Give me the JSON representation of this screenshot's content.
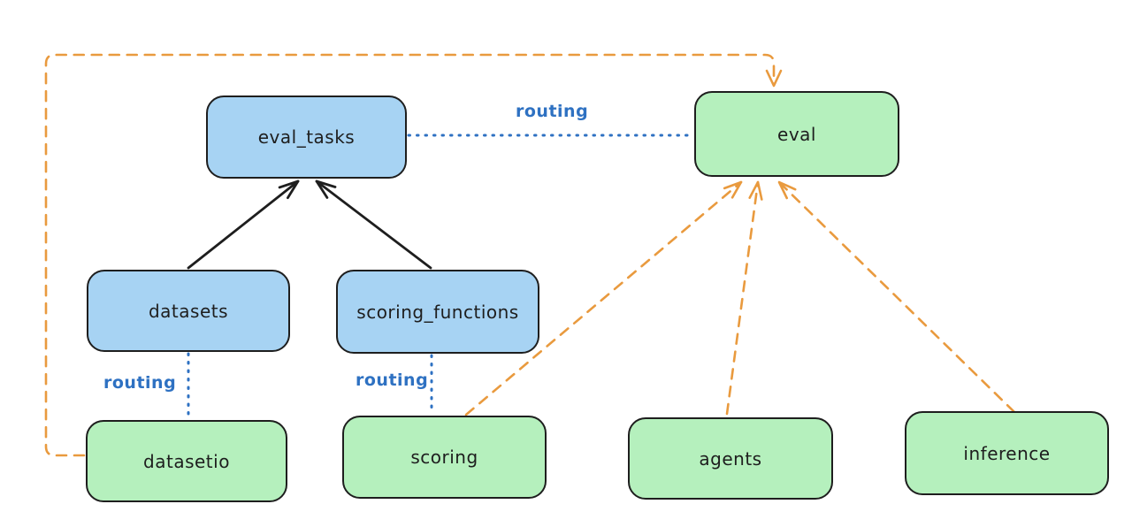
{
  "diagram": {
    "nodes": {
      "eval_tasks": {
        "label": "eval_tasks",
        "kind": "resource",
        "color": "blue"
      },
      "eval": {
        "label": "eval",
        "kind": "api",
        "color": "green"
      },
      "datasets": {
        "label": "datasets",
        "kind": "resource",
        "color": "blue"
      },
      "scoring_functions": {
        "label": "scoring_functions",
        "kind": "resource",
        "color": "blue"
      },
      "datasetio": {
        "label": "datasetio",
        "kind": "api",
        "color": "green"
      },
      "scoring": {
        "label": "scoring",
        "kind": "api",
        "color": "green"
      },
      "agents": {
        "label": "agents",
        "kind": "api",
        "color": "green"
      },
      "inference": {
        "label": "inference",
        "kind": "api",
        "color": "green"
      }
    },
    "edge_labels": {
      "routing_top": "routing",
      "routing_datasets": "routing",
      "routing_scoring": "routing"
    },
    "edges": [
      {
        "from": "datasets",
        "to": "eval_tasks",
        "style": "solid-black-arrow",
        "label": ""
      },
      {
        "from": "scoring_functions",
        "to": "eval_tasks",
        "style": "solid-black-arrow",
        "label": ""
      },
      {
        "from": "eval_tasks",
        "to": "eval",
        "style": "dotted-blue",
        "label": "routing"
      },
      {
        "from": "datasets",
        "to": "datasetio",
        "style": "dotted-blue",
        "label": "routing"
      },
      {
        "from": "scoring_functions",
        "to": "scoring",
        "style": "dotted-blue",
        "label": "routing"
      },
      {
        "from": "datasetio",
        "to": "eval",
        "style": "dashed-orange-arrow",
        "label": ""
      },
      {
        "from": "scoring",
        "to": "eval",
        "style": "dashed-orange-arrow",
        "label": ""
      },
      {
        "from": "agents",
        "to": "eval",
        "style": "dashed-orange-arrow",
        "label": ""
      },
      {
        "from": "inference",
        "to": "eval",
        "style": "dashed-orange-arrow",
        "label": ""
      }
    ],
    "colors": {
      "background": "#ffffff",
      "node_border": "#1e1e1e",
      "blue_node_fill": "#a7d3f3",
      "green_node_fill": "#b5f0bd",
      "routing_blue": "#2e71c2",
      "provider_orange": "#e99a3e",
      "arrow_black": "#1e1e1e",
      "label_text": "#1e1e1e"
    }
  }
}
